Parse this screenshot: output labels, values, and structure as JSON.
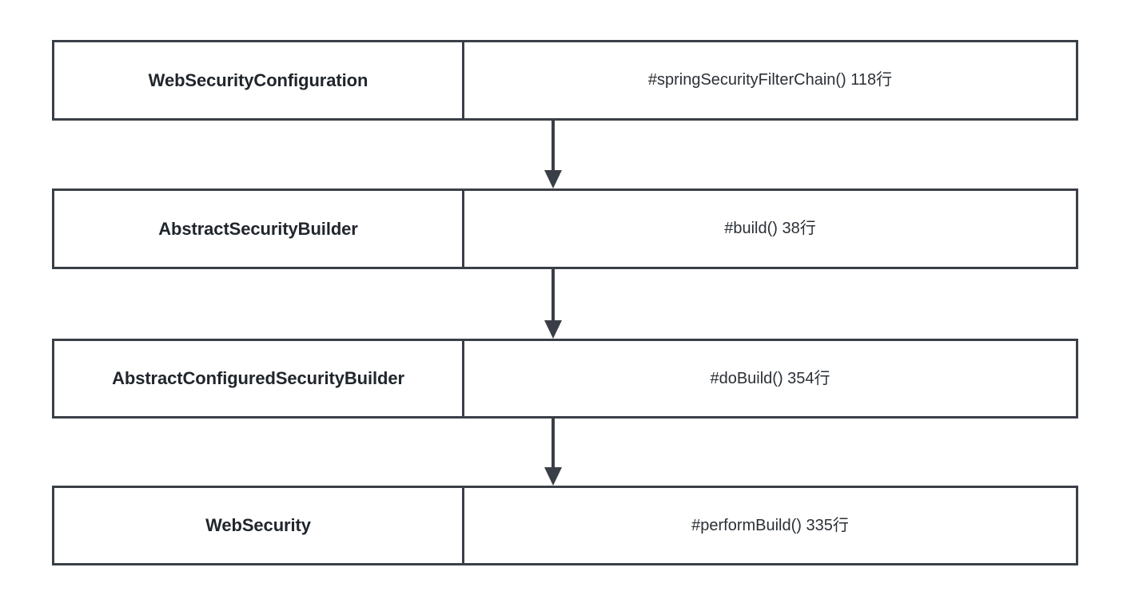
{
  "diagram": {
    "type": "call-stack-flow",
    "background_color": "#ffffff",
    "border_color": "#3a3f47",
    "text_color": "#21262c",
    "arrow_color": "#3a3f47",
    "direction": "top-to-bottom",
    "rows": [
      {
        "class_name": "WebSecurityConfiguration",
        "method": "#springSecurityFilterChain() 118行",
        "method_name": "#springSecurityFilterChain()",
        "line_number": "118行"
      },
      {
        "class_name": "AbstractSecurityBuilder",
        "method": "#build() 38行",
        "method_name": "#build()",
        "line_number": "38行"
      },
      {
        "class_name": "AbstractConfiguredSecurityBuilder",
        "method": "#doBuild() 354行",
        "method_name": "#doBuild()",
        "line_number": "354行"
      },
      {
        "class_name": "WebSecurity",
        "method": "#performBuild() 335行",
        "method_name": "#performBuild()",
        "line_number": "335行"
      }
    ],
    "connectors": [
      {
        "from": 0,
        "to": 1,
        "icon": "down-arrow-icon"
      },
      {
        "from": 1,
        "to": 2,
        "icon": "down-arrow-icon"
      },
      {
        "from": 2,
        "to": 3,
        "icon": "down-arrow-icon"
      }
    ]
  }
}
